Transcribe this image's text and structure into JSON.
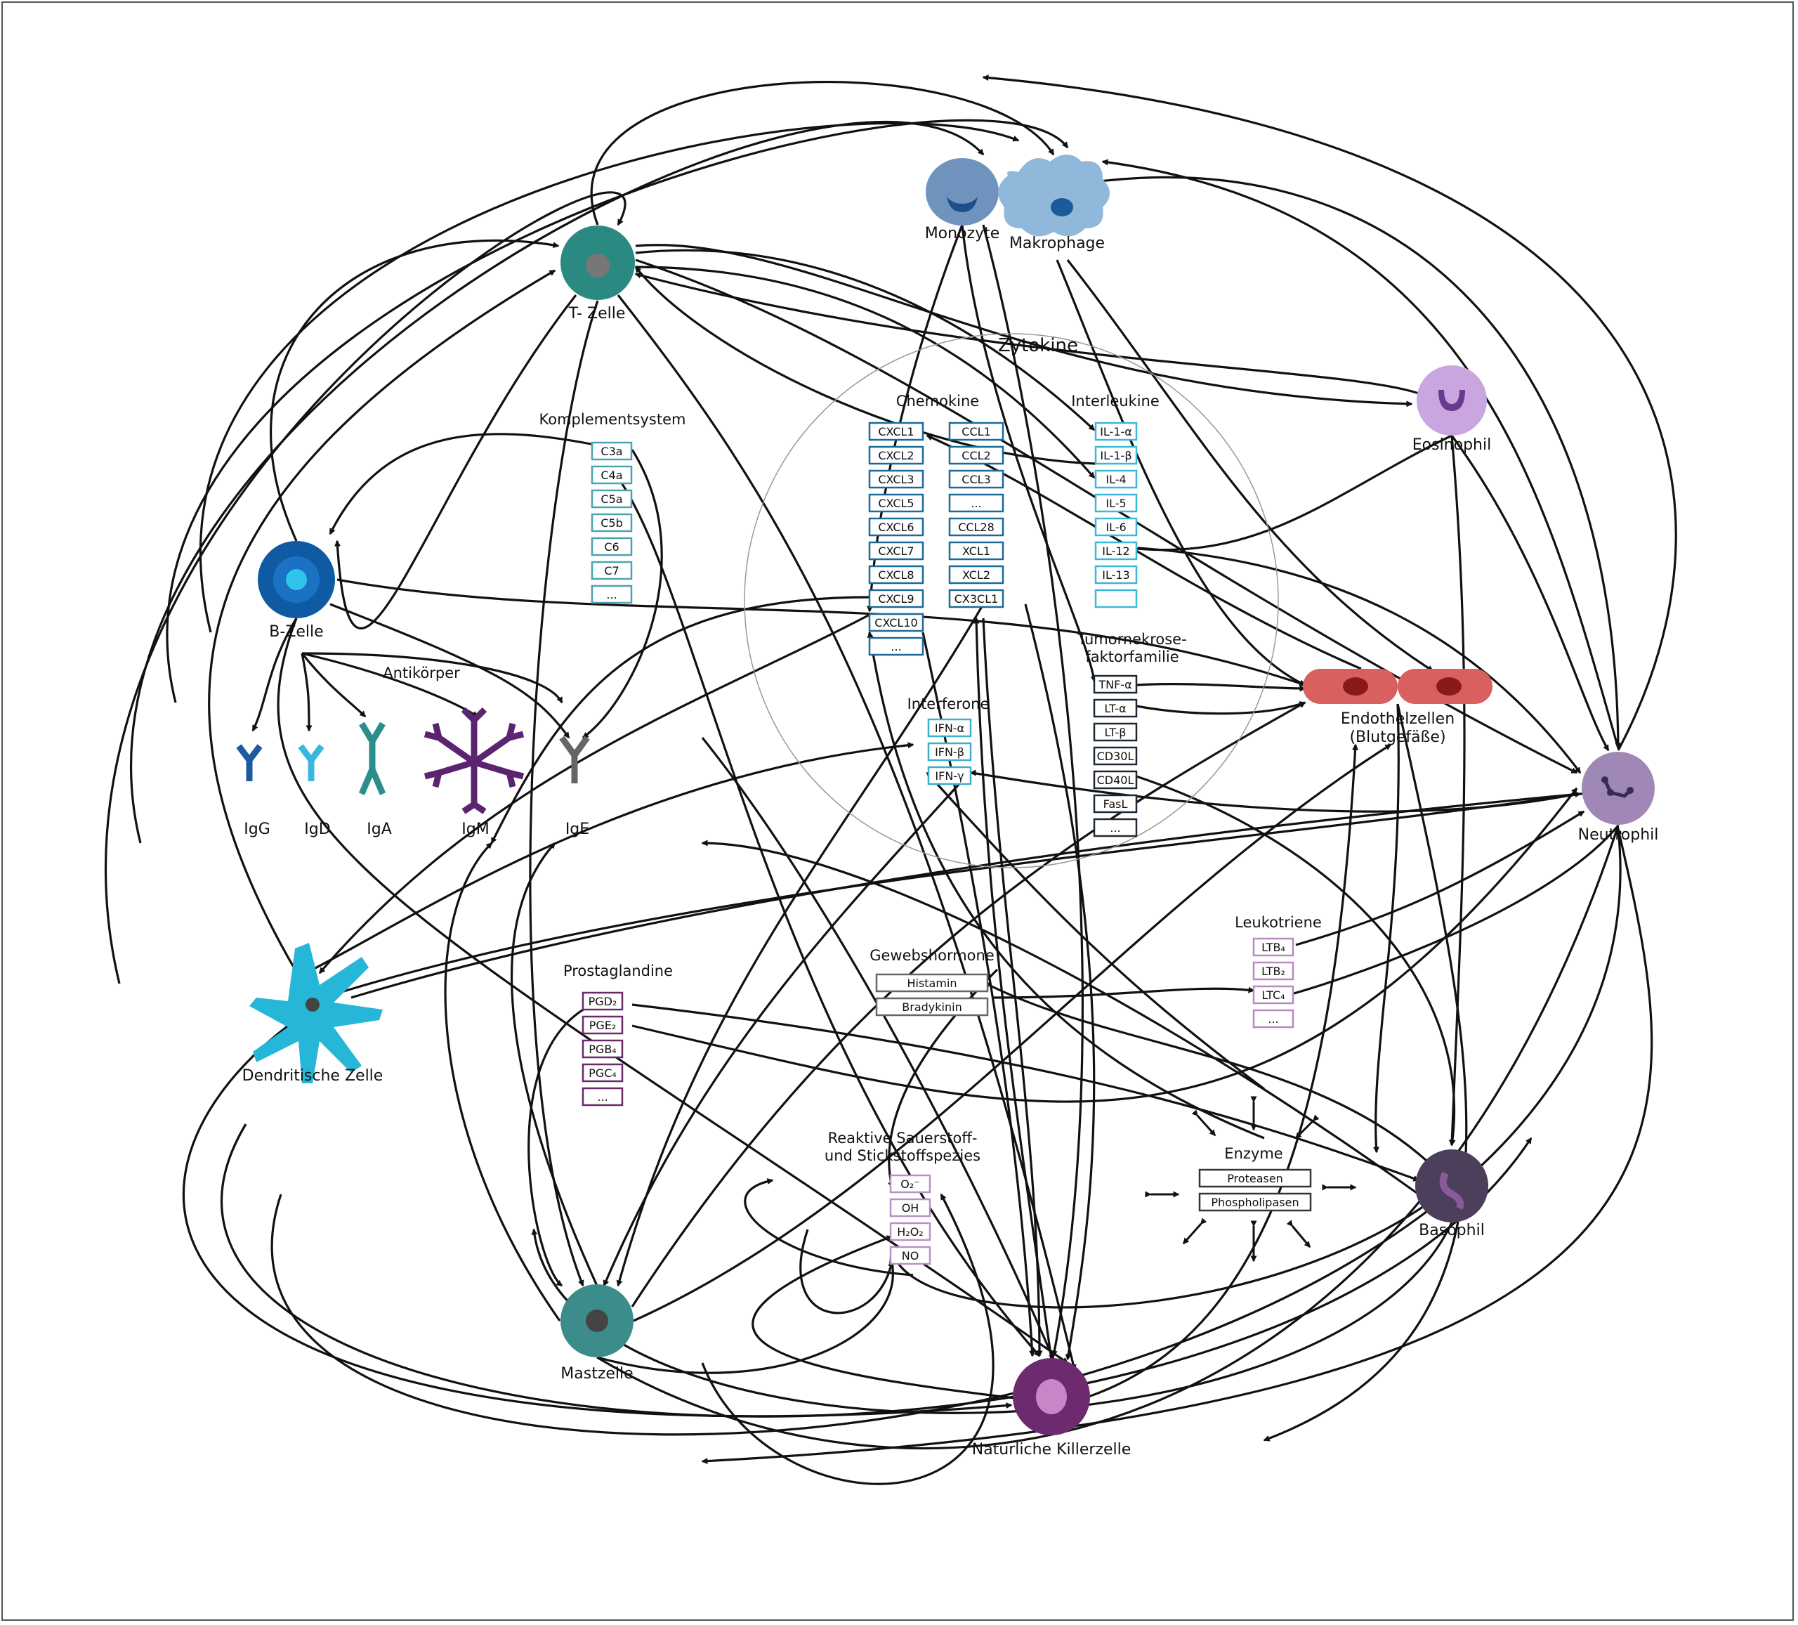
{
  "diagram": {
    "title": "Zytokine",
    "groups": {
      "chemokine": "Chemokine",
      "interleukine": "Interleukine",
      "komplement": "Komplementsystem",
      "tnf": "Tumornekrose-\nfaktorfamilie",
      "interferone": "Interferone",
      "antikoerper": "Antikörper",
      "prostaglandine": "Prostaglandine",
      "gewebshormone": "Gewebshormone",
      "leukotriene": "Leukotriene",
      "ros": "Reaktive Sauerstoff-\nund Stickstoffspezies",
      "enzyme": "Enzyme"
    },
    "cells": {
      "tzelle": "T- Zelle",
      "bzelle": "B-Zelle",
      "monozyte": "Monozyte",
      "makrophage": "Makrophage",
      "eosinophil": "Eosinophil",
      "neutrophil": "Neutrophil",
      "basophil": "Basophil",
      "endothel": "Endothelzellen\n(Blutgefäße)",
      "mastzelle": "Mastzelle",
      "nk": "Natürliche Killerzelle",
      "dendritisch": "Dendritische Zelle"
    },
    "antibodies": [
      "IgG",
      "IgD",
      "IgA",
      "IgM",
      "IgE"
    ],
    "lists": {
      "cxcl": [
        "CXCL1",
        "CXCL2",
        "CXCL3",
        "CXCL5",
        "CXCL6",
        "CXCL7",
        "CXCL8",
        "CXCL9",
        "CXCL10",
        "..."
      ],
      "ccl": [
        "CCL1",
        "CCL2",
        "CCL3",
        "...",
        "CCL28",
        "XCL1",
        "XCL2",
        "CX3CL1"
      ],
      "il": [
        "IL-1-α",
        "IL-1-β",
        "IL-4",
        "IL-5",
        "IL-6",
        "IL-12",
        "IL-13",
        ""
      ],
      "complement": [
        "C3a",
        "C4a",
        "C5a",
        "C5b",
        "C6",
        "C7",
        "..."
      ],
      "tnf": [
        "TNF-α",
        "LT-α",
        "LT-β",
        "CD30L",
        "CD40L",
        "FasL",
        "..."
      ],
      "ifn": [
        "IFN-α",
        "IFN-β",
        "IFN-γ"
      ],
      "pg": [
        "PGD₂",
        "PGE₂",
        "PGB₄",
        "PGC₄",
        "..."
      ],
      "hormones": [
        "Histamin",
        "Bradykinin"
      ],
      "lt": [
        "LTB₄",
        "LTB₂",
        "LTC₄",
        "..."
      ],
      "ros": [
        "O₂⁻",
        "OH",
        "H₂O₂",
        "NO"
      ],
      "enzymes": [
        "Proteasen",
        "Phospholipasen"
      ]
    },
    "colors": {
      "tzelle": "#2a8a82",
      "bzelle": "#0e5ba3",
      "monozyte": "#6f93bd",
      "makrophage": "#8fb8da",
      "eosinophil": "#c9a6df",
      "neutrophil": "#9f88b5",
      "basophil": "#4b3f5c",
      "endothel": "#d8605f",
      "mastzelle": "#3b8c8a",
      "nk": "#6d2a6e",
      "dendritisch": "#25b6d8",
      "chemokine_border": "#1a6a9a",
      "il_border": "#3ab8d8",
      "complement_border": "#4aa5b0",
      "ifn_border": "#3ab0cc",
      "tnf_border": "#1d2a36",
      "pg_border": "#6a2a6a",
      "lt_border": "#b88ac0",
      "ros_border": "#b890c8",
      "hormone_border": "#666666",
      "enzyme_border": "#333333"
    }
  }
}
